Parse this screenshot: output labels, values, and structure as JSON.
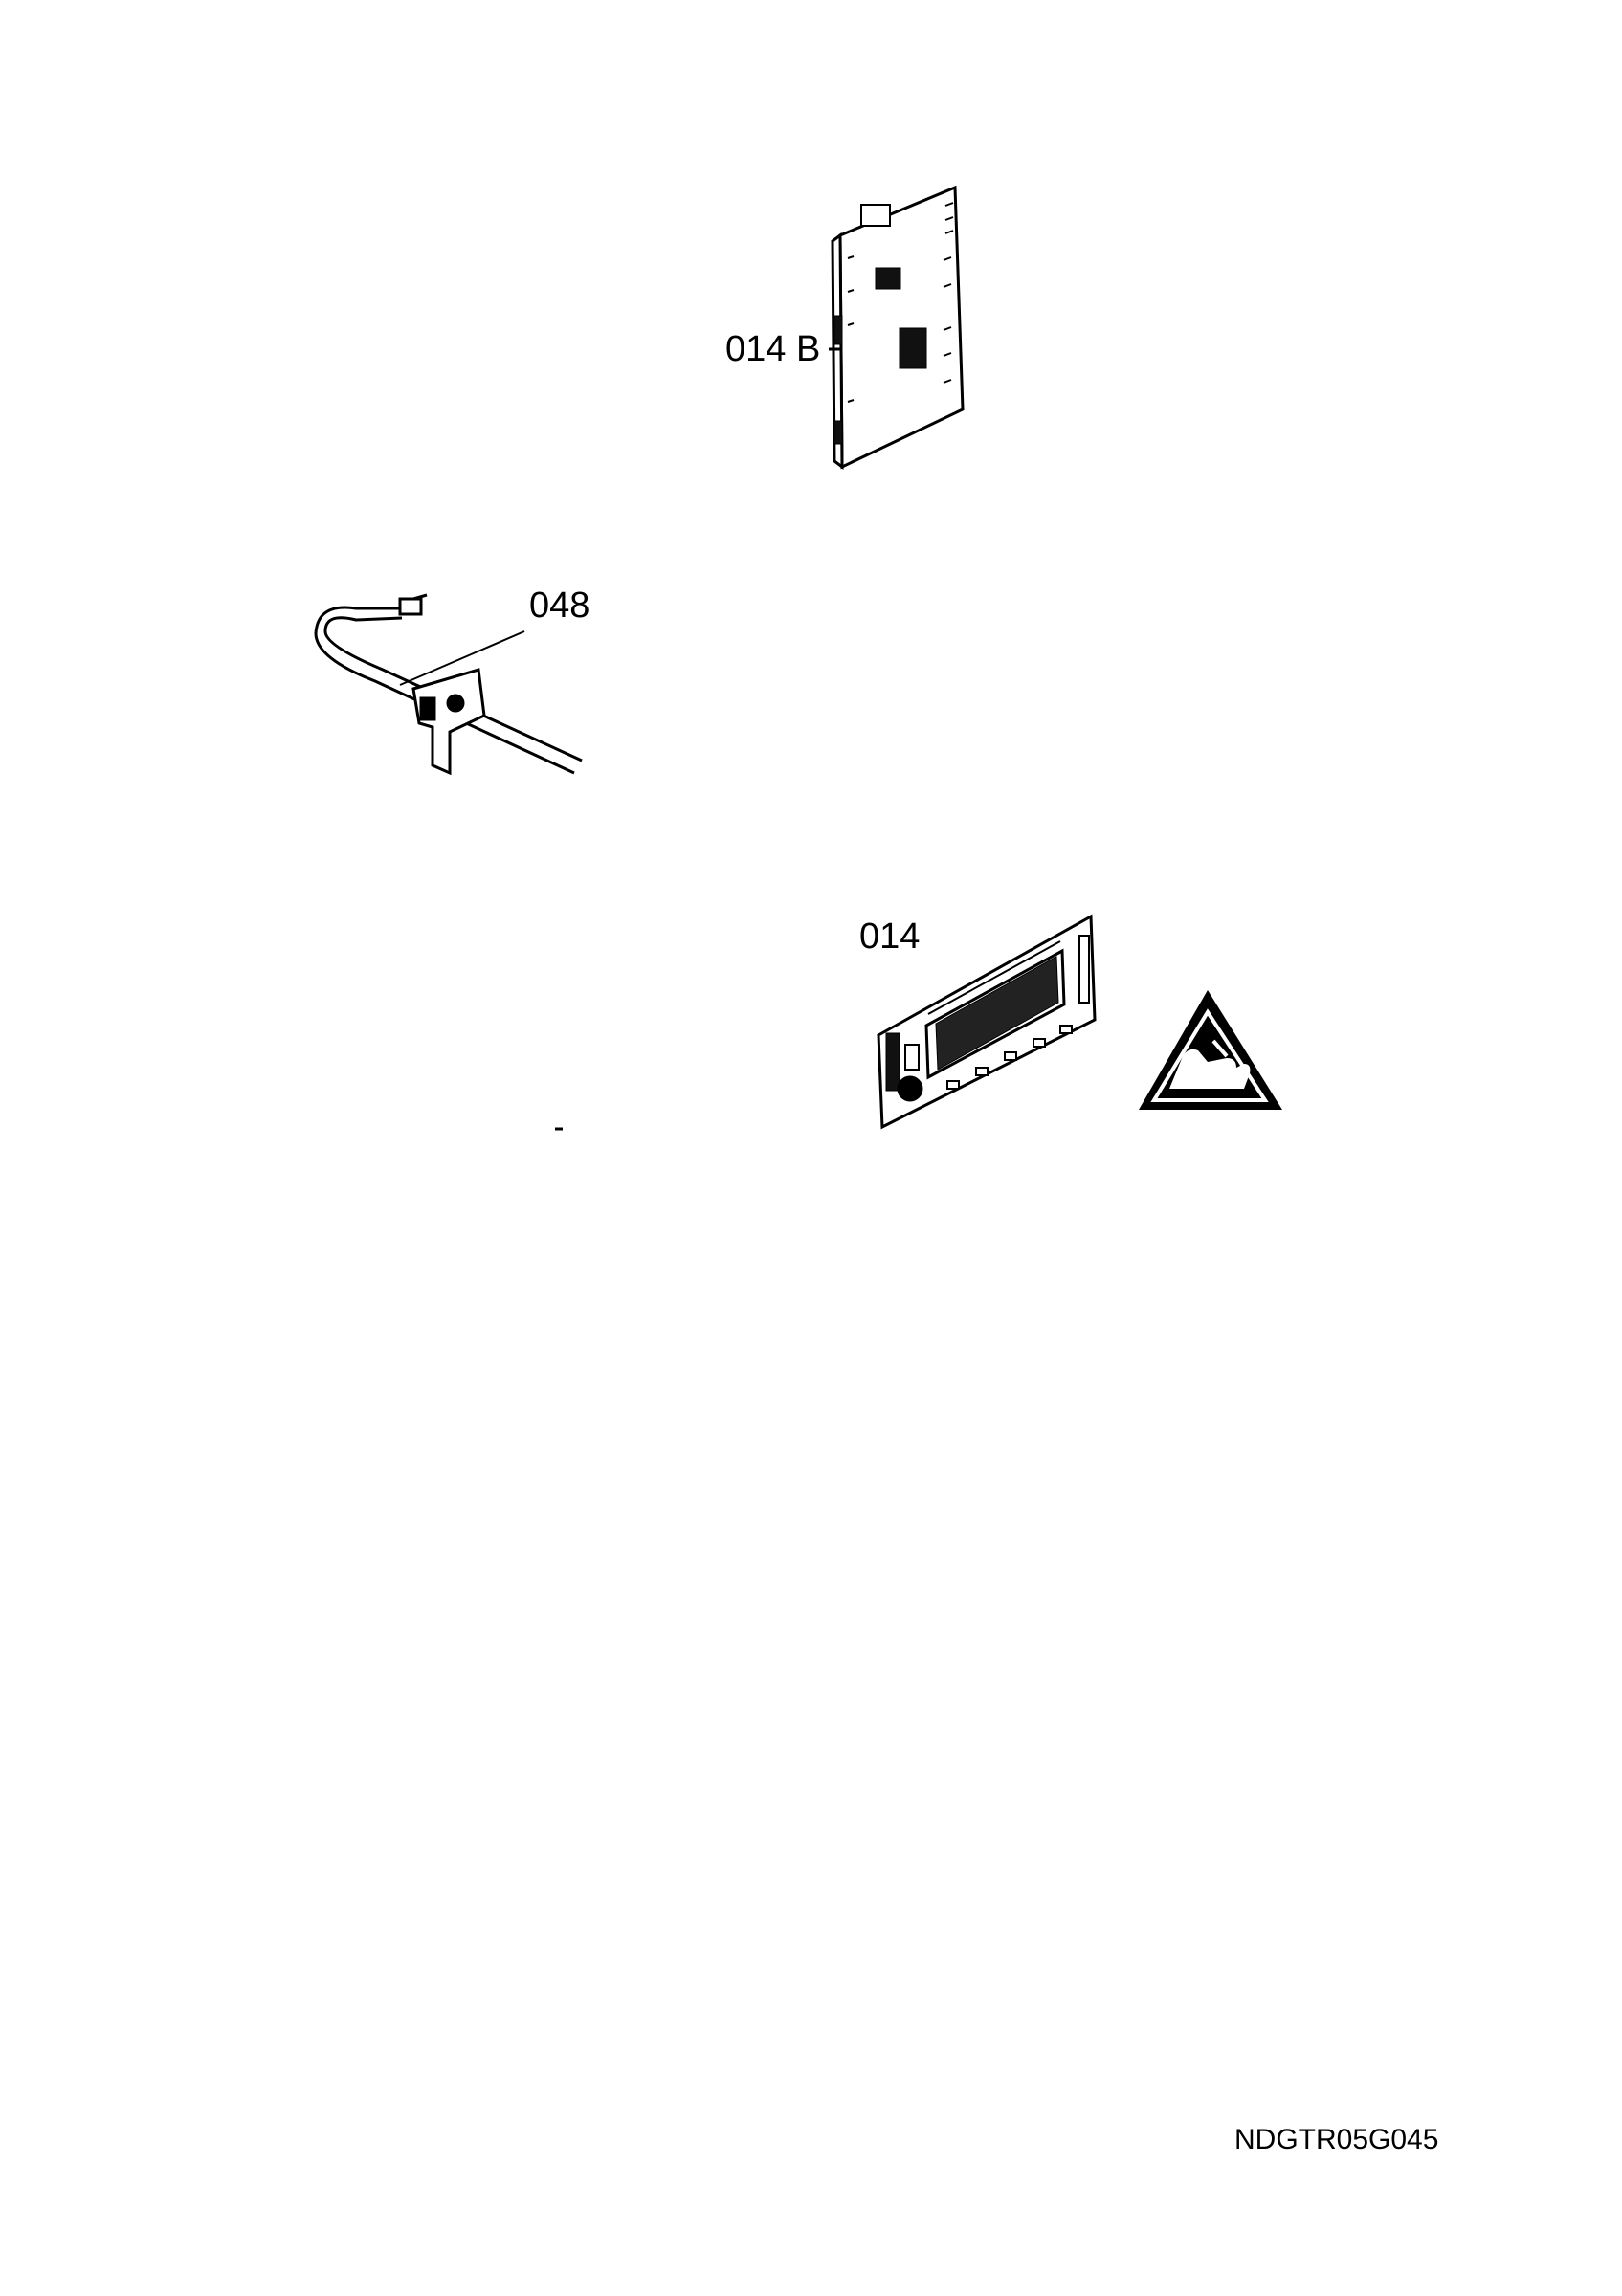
{
  "parts": [
    {
      "id": "part-014b",
      "label": "014 B"
    },
    {
      "id": "part-048",
      "label": "048"
    },
    {
      "id": "part-014",
      "label": "014"
    }
  ],
  "warning_symbol": {
    "icon": "esd-warning-icon"
  },
  "document_code": "NDGTR05G045",
  "colors": {
    "ink": "#000000",
    "paper": "#ffffff"
  }
}
